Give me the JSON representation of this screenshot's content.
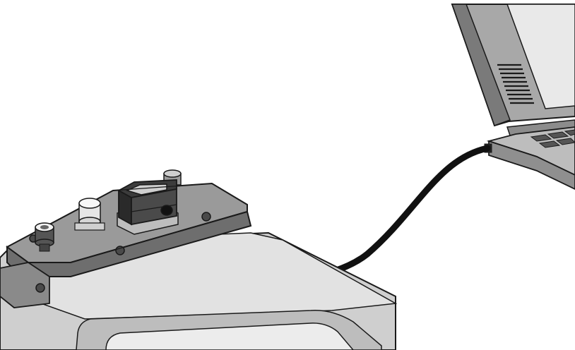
{
  "scene": {
    "device": "drive-unit",
    "adapter": "usb-diagnostic-adapter",
    "cable": "usb-cable",
    "computer": "laptop"
  },
  "colors": {
    "background": "#ffffff",
    "outline": "#1a1a1a",
    "device_dark": "#6e6e6e",
    "device_mid": "#9a9a9a",
    "device_light": "#cfcfcf",
    "device_lighter": "#e2e2e2",
    "adapter_body": "#3c3c3c",
    "cable": "#111111",
    "laptop_body": "#a8a8a8",
    "laptop_screen": "#e9e9e9"
  }
}
